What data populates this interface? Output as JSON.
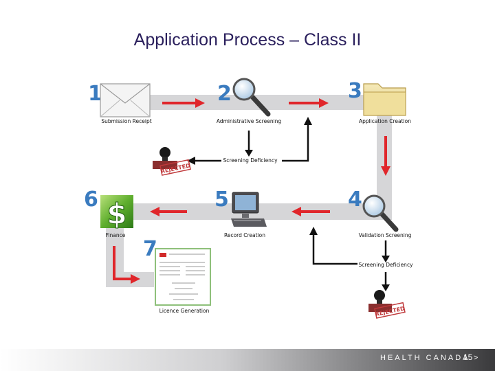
{
  "slide": {
    "title": "Application Process – Class II",
    "footer_brand": "HEALTH CANADA >",
    "page_number": "15"
  },
  "steps": [
    {
      "number": "1",
      "label": "Submission Receipt"
    },
    {
      "number": "2",
      "label": "Administrative Screening"
    },
    {
      "number": "3",
      "label": "Application Creation"
    },
    {
      "number": "4",
      "label": "Validation Screening"
    },
    {
      "number": "5",
      "label": "Record Creation"
    },
    {
      "number": "6",
      "label": "Finance"
    },
    {
      "number": "7",
      "label": "Licence Generation"
    }
  ],
  "deficiency": {
    "label_1": "Screening Deficiency",
    "label_2": "Screening Deficiency",
    "stamp_text": "REJECTED"
  },
  "icons": {
    "envelope": "envelope-icon",
    "magnifier": "magnifier-icon",
    "folder": "folder-icon",
    "monitor": "computer-monitor-icon",
    "dollar": "dollar-icon",
    "licence": "licence-document-icon",
    "stamp": "rejected-stamp-icon"
  },
  "colors": {
    "title": "#2a1f5c",
    "arrow_red": "#e0262b",
    "step_number_blue": "#3a7bbf",
    "path_gray": "#d6d6d8",
    "footer": "#2f2f30"
  }
}
